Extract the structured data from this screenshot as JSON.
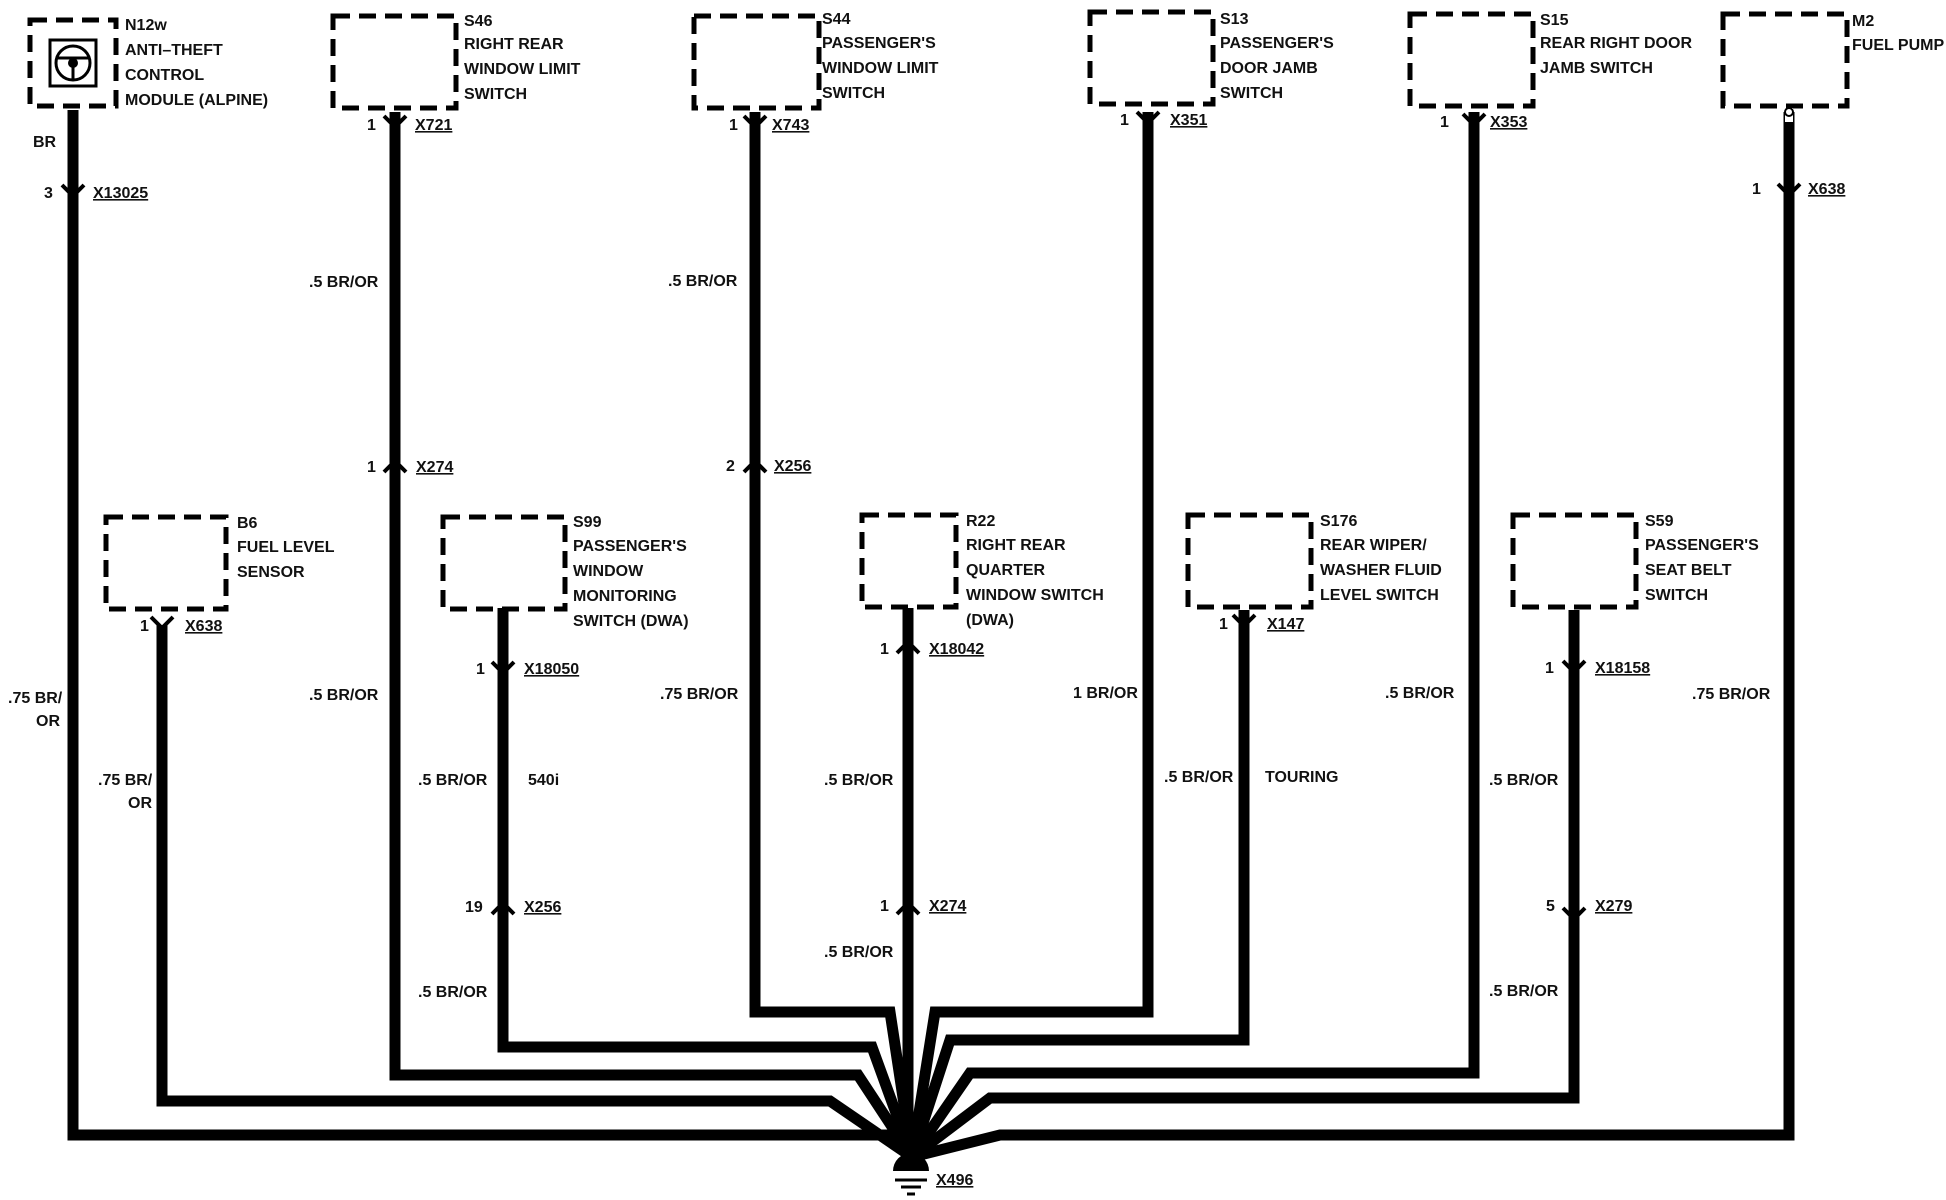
{
  "components": {
    "n12w": {
      "id": "N12w",
      "lines": [
        "ANTI–THEFT",
        "CONTROL",
        "MODULE (ALPINE)"
      ]
    },
    "s46": {
      "id": "S46",
      "lines": [
        "RIGHT REAR",
        "WINDOW LIMIT",
        "SWITCH"
      ]
    },
    "s44": {
      "id": "S44",
      "lines": [
        "PASSENGER'S",
        "WINDOW LIMIT",
        "SWITCH"
      ]
    },
    "s13": {
      "id": "S13",
      "lines": [
        "PASSENGER'S",
        "DOOR JAMB",
        "SWITCH"
      ]
    },
    "s15": {
      "id": "S15",
      "lines": [
        "REAR RIGHT DOOR",
        "JAMB SWITCH"
      ]
    },
    "m2": {
      "id": "M2",
      "lines": [
        "FUEL PUMP"
      ]
    },
    "b6": {
      "id": "B6",
      "lines": [
        "FUEL LEVEL",
        "SENSOR"
      ]
    },
    "s99": {
      "id": "S99",
      "lines": [
        "PASSENGER'S",
        "WINDOW",
        "MONITORING",
        "SWITCH (DWA)"
      ]
    },
    "r22": {
      "id": "R22",
      "lines": [
        "RIGHT REAR",
        "QUARTER",
        "WINDOW SWITCH",
        "(DWA)"
      ]
    },
    "s176": {
      "id": "S176",
      "lines": [
        "REAR WIPER/",
        "WASHER FLUID",
        "LEVEL SWITCH"
      ]
    },
    "s59": {
      "id": "S59",
      "lines": [
        "PASSENGER'S",
        "SEAT BELT",
        "SWITCH"
      ]
    }
  },
  "connectors": {
    "x13025": {
      "pin": "3",
      "name": "X13025"
    },
    "x721": {
      "pin": "1",
      "name": "X721"
    },
    "x743": {
      "pin": "1",
      "name": "X743"
    },
    "x351": {
      "pin": "1",
      "name": "X351"
    },
    "x353": {
      "pin": "1",
      "name": "X353"
    },
    "x638_top": {
      "pin": "1",
      "name": "X638"
    },
    "x274_a": {
      "pin": "1",
      "name": "X274"
    },
    "x256_a": {
      "pin": "2",
      "name": "X256"
    },
    "x638_b6": {
      "pin": "1",
      "name": "X638"
    },
    "x147": {
      "pin": "1",
      "name": "X147"
    },
    "x18050": {
      "pin": "1",
      "name": "X18050"
    },
    "x18042": {
      "pin": "1",
      "name": "X18042"
    },
    "x18158": {
      "pin": "1",
      "name": "X18158"
    },
    "x256_b": {
      "pin": "19",
      "name": "X256"
    },
    "x274_b": {
      "pin": "1",
      "name": "X274"
    },
    "x279": {
      "pin": "5",
      "name": "X279"
    },
    "ground": {
      "name": "X496"
    }
  },
  "wires": {
    "br": "BR",
    "n12w_main_1": ".75 BR/",
    "n12w_main_2": "OR",
    "s46_upper": ".5 BR/OR",
    "s46_lower": ".5 BR/OR",
    "s44_upper": ".5 BR/OR",
    "s44_lower": ".75 BR/OR",
    "b6_1": ".75 BR/",
    "b6_2": "OR",
    "s99_mid": ".5 BR/OR",
    "s99_note": "540i",
    "s99_lower": ".5 BR/OR",
    "r22_mid": ".5 BR/OR",
    "r22_lower": ".5 BR/OR",
    "s13_main": "1 BR/OR",
    "s176_main": ".5 BR/OR",
    "s176_note": "TOURING",
    "s15_main": ".5 BR/OR",
    "s59_mid": ".5 BR/OR",
    "s59_lower": ".5 BR/OR",
    "m2_main": ".75 BR/OR"
  }
}
